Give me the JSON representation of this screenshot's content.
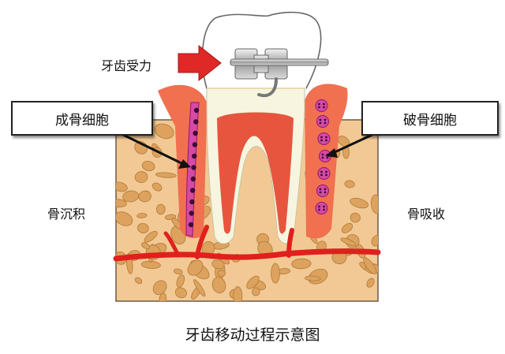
{
  "labels": {
    "force": "牙齿受力",
    "osteoblast": "成骨细胞",
    "osteoclast": "破骨细胞",
    "deposition": "骨沉积",
    "resorption": "骨吸收",
    "caption": "牙齿移动过程示意图"
  },
  "colors": {
    "bone_fill": "#f2c994",
    "bone_border": "#6b5a4a",
    "trabecula": "#dca25e",
    "gum": "#f07050",
    "gum_light": "#f6b49a",
    "pulp": "#e7553e",
    "tooth": "#f7f5e0",
    "crown": "#ffffff",
    "blood_vessel": "#e0201c",
    "cell_membrane": "#b21a8c",
    "arrow": "#e02826"
  },
  "icons": [
    "orthodontic-bracket-icon",
    "force-arrow-icon"
  ]
}
